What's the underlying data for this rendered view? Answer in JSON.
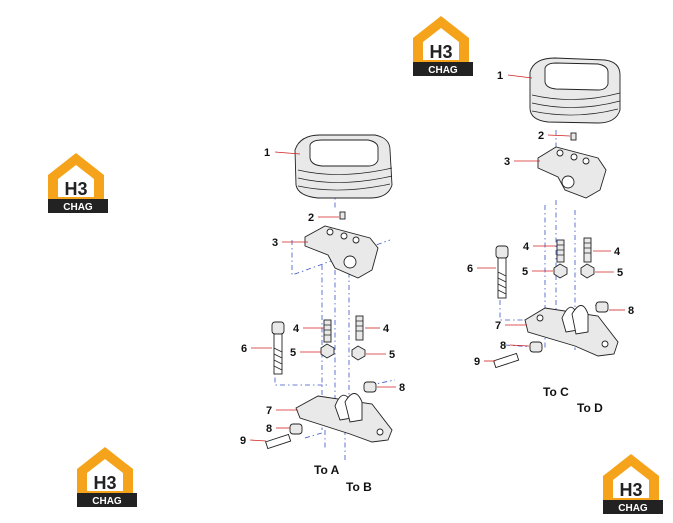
{
  "logo": {
    "text_top": "H3",
    "text_bottom": "CHAG",
    "orange": "#f5a31a",
    "dark": "#222222",
    "green": "#1f9d55"
  },
  "callouts": {
    "c1": "1",
    "c2": "2",
    "c3": "3",
    "c4": "4",
    "c5": "5",
    "c6": "6",
    "c7": "7",
    "c8": "8",
    "c9": "9"
  },
  "destinations": {
    "a": "To A",
    "b": "To B",
    "c": "To C",
    "d": "To D"
  },
  "colors": {
    "leader": "#d02020",
    "centerline": "#3a55c8",
    "outline": "#222222"
  }
}
